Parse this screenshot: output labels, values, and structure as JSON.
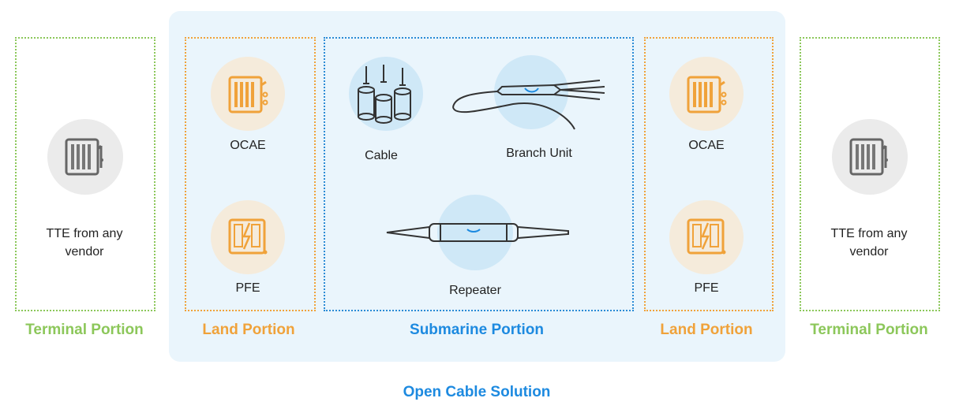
{
  "terminal_left": {
    "label": "TTE from any vendor",
    "portion": "Terminal Portion",
    "icon": "rack-equipment-icon"
  },
  "terminal_right": {
    "label": "TTE from any vendor",
    "portion": "Terminal Portion",
    "icon": "rack-equipment-icon"
  },
  "land_left": {
    "ocae": "OCAE",
    "pfe": "PFE",
    "portion": "Land Portion"
  },
  "land_right": {
    "ocae": "OCAE",
    "pfe": "PFE",
    "portion": "Land Portion"
  },
  "submarine": {
    "cable": "Cable",
    "branch_unit": "Branch Unit",
    "repeater": "Repeater",
    "portion": "Submarine Portion"
  },
  "solution_title": "Open Cable Solution",
  "colors": {
    "green": "#8cc75a",
    "orange": "#f0a23a",
    "blue": "#1d8ae0",
    "panel": "#eaf5fc"
  }
}
